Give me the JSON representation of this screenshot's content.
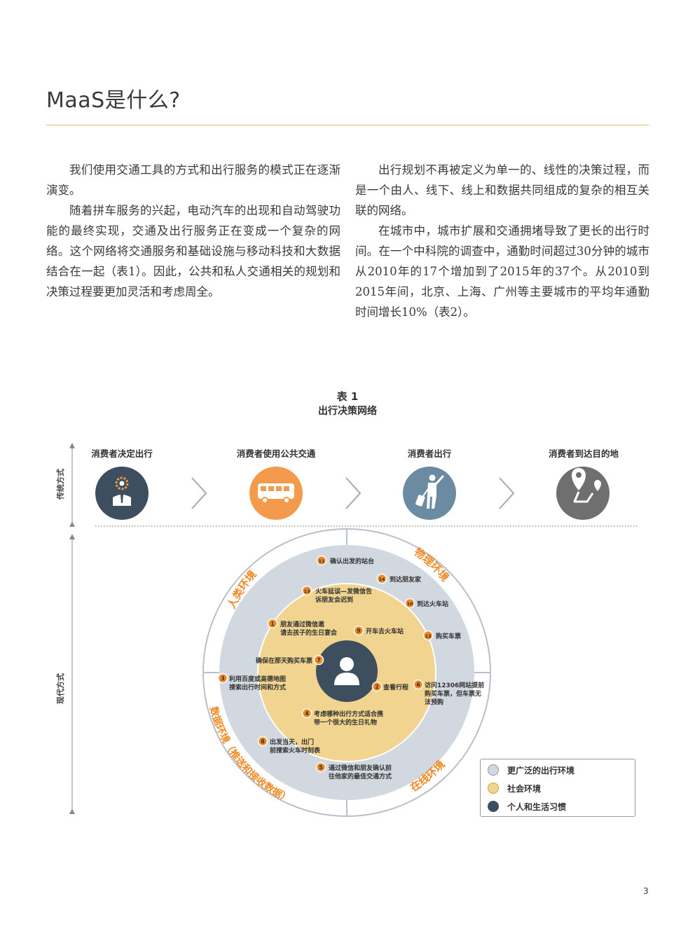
{
  "header": {
    "title": "MaaS是什么?"
  },
  "body": {
    "left": [
      "我们使用交通工具的方式和出行服务的模式正在逐渐演变。",
      "随着拼车服务的兴起，电动汽车的出现和自动驾驶功能的最终实现，交通及出行服务正在变成一个复杂的网络。这个网络将交通服务和基础设施与移动科技和大数据结合在一起（表1）。因此，公共和私人交通相关的规划和决策过程要更加灵活和考虑周全。"
    ],
    "right": [
      "出行规划不再被定义为单一的、线性的决策过程，而是一个由人、线下、线上和数据共同组成的复杂的相互关联的网络。",
      "在城市中，城市扩展和交通拥堵导致了更长的出行时间。在一个中科院的调查中，通勤时间超过30分钟的城市从2010年的17个增加到了2015年的37个。从2010到2015年间，北京、上海、广州等主要城市的平均年通勤时间增长10%（表2）。"
    ]
  },
  "figure": {
    "label": "表 1",
    "caption": "出行决策网络",
    "axis_traditional": "传统方式",
    "axis_modern": "现代方式",
    "stages": [
      {
        "label": "消费者决定出行",
        "icon": "gear-person-icon",
        "color": "#3d4f5f"
      },
      {
        "label": "消费者使用公共交通",
        "icon": "bus-icon",
        "color": "#f39a4d"
      },
      {
        "label": "消费者出行",
        "icon": "traveler-icon",
        "color": "#6b8ba3"
      },
      {
        "label": "消费者到达目的地",
        "icon": "map-pin-route-icon",
        "color": "#6f6f6f"
      }
    ],
    "ring_labels": {
      "human": "人类环境",
      "physical": "物理环境",
      "data": "数据环境（推送和接收数据）",
      "online": "在线环境"
    },
    "steps": [
      {
        "n": "1",
        "text": [
          "朋友通过微信邀",
          "请去孩子的生日宴会"
        ]
      },
      {
        "n": "2",
        "text": [
          "查看行程"
        ]
      },
      {
        "n": "3",
        "text": [
          "利用百度或高德地图",
          "搜索出行时间和方式"
        ]
      },
      {
        "n": "4",
        "text": [
          "考虑哪种出行方式适合携",
          "带一个很大的生日礼物"
        ]
      },
      {
        "n": "5",
        "text": [
          "通过微信和朋友确认前",
          "往他家的最佳交通方式"
        ]
      },
      {
        "n": "6",
        "text": [
          "访问12306网站提前",
          "购买车票，但车票无",
          "法预购"
        ]
      },
      {
        "n": "7",
        "text": [
          "确保在那天购买车票"
        ]
      },
      {
        "n": "8",
        "text": [
          "出发当天，出门",
          "前搜索火车时刻表"
        ]
      },
      {
        "n": "9",
        "text": [
          "开车去火车站"
        ]
      },
      {
        "n": "10",
        "text": [
          "到达火车站"
        ]
      },
      {
        "n": "11",
        "text": [
          "确认出发的站台"
        ]
      },
      {
        "n": "12",
        "text": [
          "购买车票"
        ]
      },
      {
        "n": "13",
        "text": [
          "火车延误—发微信告",
          "诉朋友会迟到"
        ]
      },
      {
        "n": "14",
        "text": [
          "到达朋友家"
        ]
      }
    ],
    "legend": [
      {
        "label": "更广泛的出行环境",
        "color": "#d2d8e0"
      },
      {
        "label": "社会环境",
        "color": "#f0d48f"
      },
      {
        "label": "个人和生活习惯",
        "color": "#3d4f5f"
      }
    ],
    "colors": {
      "accent_orange": "#f08a24",
      "ring_outer": "#d2d8e0",
      "ring_mid": "#f0d48f",
      "core": "#3d4f5f"
    }
  },
  "footer": {
    "page_number": "3"
  }
}
